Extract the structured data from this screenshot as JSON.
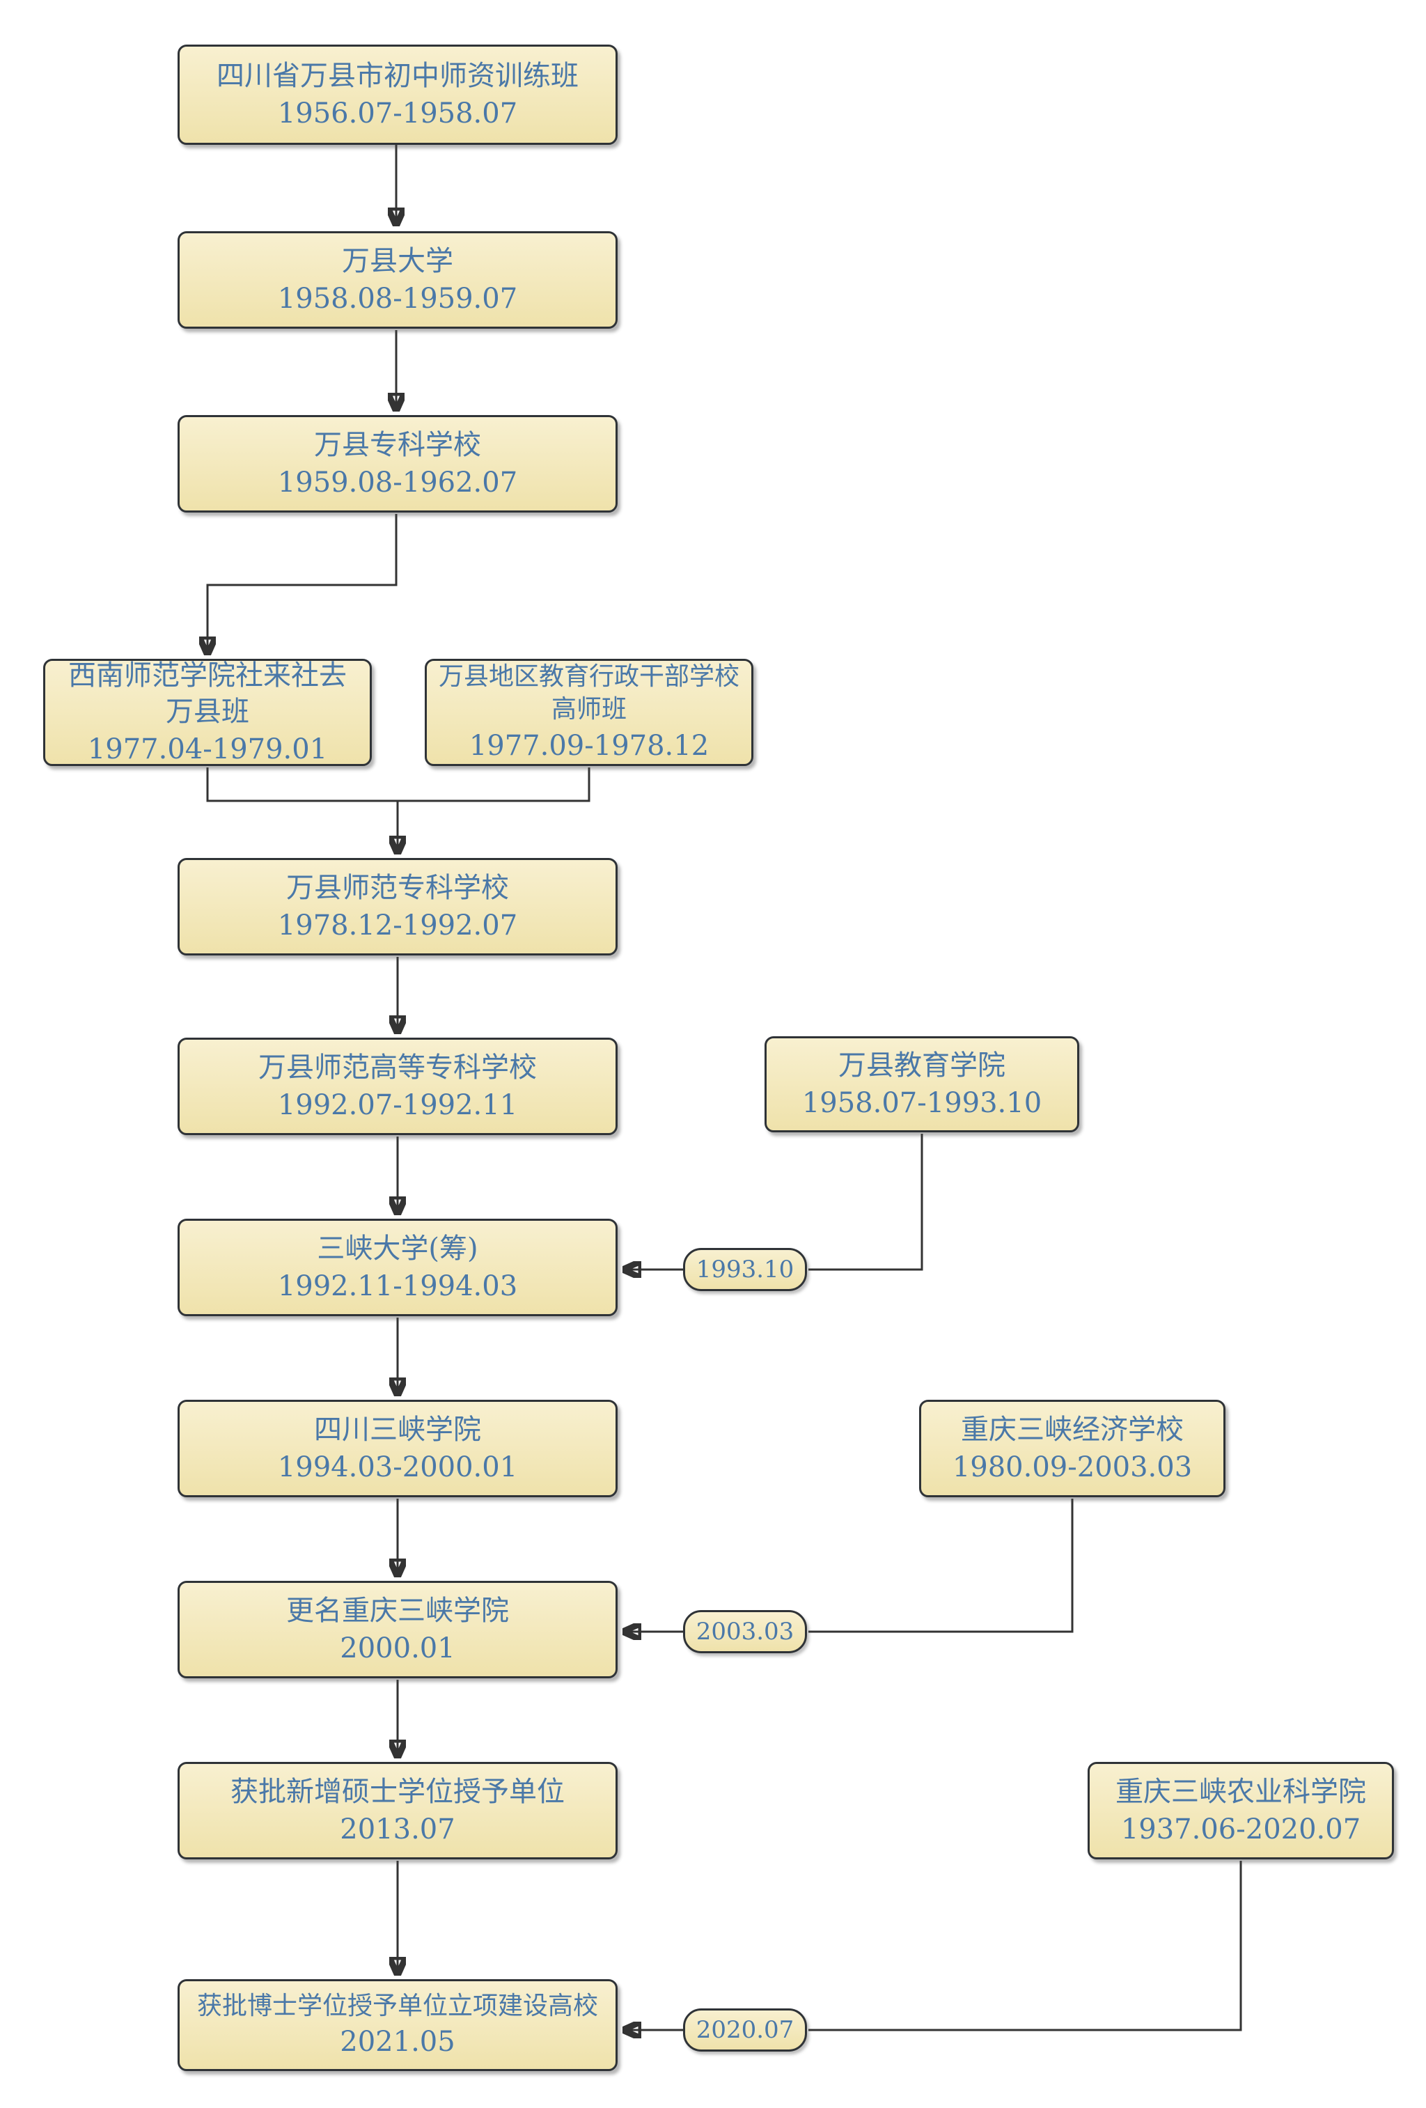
{
  "colors": {
    "node_fill_top": "#f8f0d0",
    "node_fill_bottom": "#efe2ab",
    "node_border": "#2f3337",
    "text_color": "#4a78a8",
    "line_color": "#333333",
    "background": "#ffffff"
  },
  "nodes": [
    {
      "label": "四川省万县市初中师资训练班",
      "dates": "1956.07-1958.07"
    },
    {
      "label": "万县大学",
      "dates": "1958.08-1959.07"
    },
    {
      "label": "万县专科学校",
      "dates": "1959.08-1962.07"
    },
    {
      "label": "西南师范学院社来社去\n万县班",
      "dates": "1977.04-1979.01"
    },
    {
      "label": "万县地区教育行政干部学校\n高师班",
      "dates": "1977.09-1978.12"
    },
    {
      "label": "万县师范专科学校",
      "dates": "1978.12-1992.07"
    },
    {
      "label": "万县师范高等专科学校",
      "dates": "1992.07-1992.11"
    },
    {
      "label": "万县教育学院",
      "dates": "1958.07-1993.10"
    },
    {
      "label": "三峡大学(筹)",
      "dates": "1992.11-1994.03"
    },
    {
      "label": "四川三峡学院",
      "dates": "1994.03-2000.01"
    },
    {
      "label": "重庆三峡经济学校",
      "dates": "1980.09-2003.03"
    },
    {
      "label": "更名重庆三峡学院",
      "dates": "2000.01"
    },
    {
      "label": "获批新增硕士学位授予单位",
      "dates": "2013.07"
    },
    {
      "label": "重庆三峡农业科学院",
      "dates": "1937.06-2020.07"
    },
    {
      "label": "获批博士学位授予单位立项建设高校",
      "dates": "2021.05"
    }
  ],
  "badges": [
    {
      "label": "1993.10"
    },
    {
      "label": "2003.03"
    },
    {
      "label": "2020.07"
    }
  ]
}
